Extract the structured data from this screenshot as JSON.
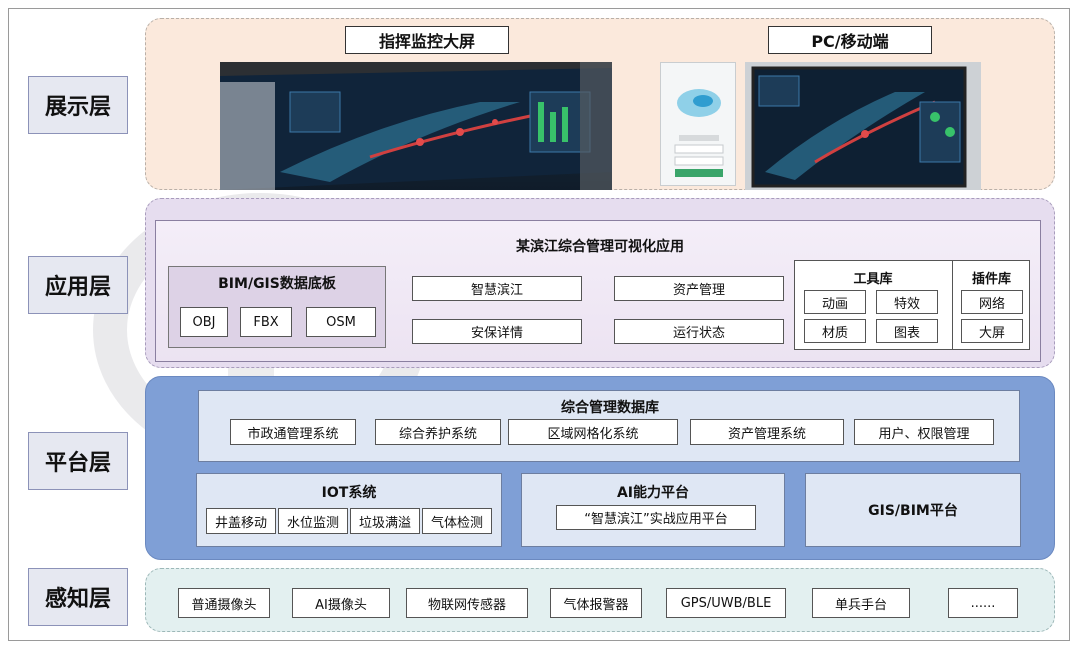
{
  "layers": {
    "display": "展示层",
    "application": "应用层",
    "platform": "平台层",
    "perception": "感知层"
  },
  "display": {
    "big_screen_label": "指挥监控大屏",
    "pc_mobile_label": "PC/移动端"
  },
  "application": {
    "title": "某滨江综合管理可视化应用",
    "bim_gis": {
      "title": "BIM/GIS数据底板",
      "formats": [
        "OBJ",
        "FBX",
        "OSM"
      ]
    },
    "modules": [
      "智慧滨江",
      "资产管理",
      "安保详情",
      "运行状态"
    ],
    "toolkit": {
      "title": "工具库",
      "items": [
        "动画",
        "特效",
        "材质",
        "图表"
      ]
    },
    "plugins": {
      "title": "插件库",
      "items": [
        "网络",
        "大屏"
      ]
    }
  },
  "platform": {
    "database": {
      "title": "综合管理数据库",
      "systems": [
        "市政通管理系统",
        "综合养护系统",
        "区域网格化系统",
        "资产管理系统",
        "用户、权限管理"
      ]
    },
    "iot": {
      "title": "IOT系统",
      "items": [
        "井盖移动",
        "水位监测",
        "垃圾满溢",
        "气体检测"
      ]
    },
    "ai": {
      "title": "AI能力平台",
      "item": "“智慧滨江”实战应用平台"
    },
    "gis_bim": {
      "title": "GIS/BIM平台"
    }
  },
  "perception": {
    "devices": [
      "普通摄像头",
      "AI摄像头",
      "物联网传感器",
      "气体报警器",
      "GPS/UWB/BLE",
      "单兵手台",
      "......"
    ]
  },
  "colors": {
    "display_band": "#fbe9dc",
    "application_band": "#e6ddef",
    "platform_band": "#7f9fd6",
    "perception_band": "#e3f0f0",
    "label_bg": "#e6e8f1"
  }
}
